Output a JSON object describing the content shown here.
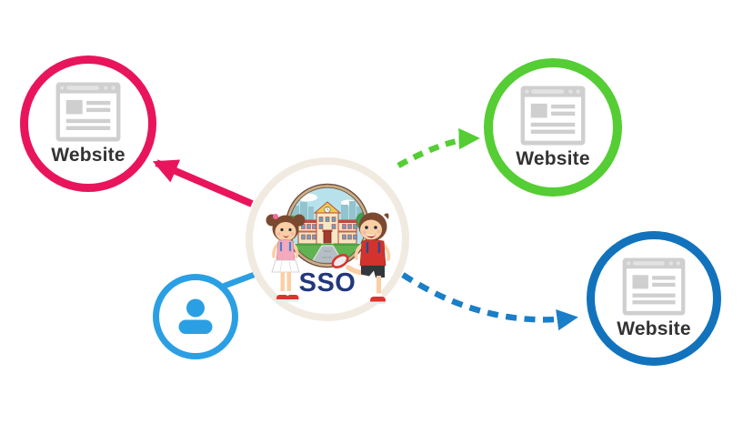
{
  "diagram": {
    "type": "single-sign-on-concept-diagram",
    "background_color": "#ffffff",
    "center_node": {
      "label": "SSO",
      "label_color": "#21377D",
      "ring_color": "#F0EAE0",
      "illustration": "school-building-with-two-cartoon-kids"
    },
    "user_node": {
      "icon": "user-icon",
      "color": "#2B9FE3",
      "position": "bottom-left"
    },
    "websites": [
      {
        "label": "Website",
        "ring_color": "#E8155C",
        "position": "top-left",
        "icon": "browser-window-icon"
      },
      {
        "label": "Website",
        "ring_color": "#55CD34",
        "position": "top-right",
        "icon": "browser-window-icon"
      },
      {
        "label": "Website",
        "ring_color": "#1273BC",
        "position": "bottom-right",
        "icon": "browser-window-icon"
      }
    ],
    "label_color": "#333333",
    "connections": [
      {
        "from": "sso-center",
        "to": "website-top-left",
        "style": "solid-arrow",
        "color": "#E8155C"
      },
      {
        "from": "sso-center",
        "to": "website-top-right",
        "style": "dashed-arrow",
        "color": "#55CD34"
      },
      {
        "from": "sso-center",
        "to": "website-bottom-right",
        "style": "dashed-arrow",
        "color": "#1273BC"
      },
      {
        "from": "user",
        "to": "sso-center",
        "style": "solid-line",
        "color": "#2B9FE3"
      }
    ]
  }
}
